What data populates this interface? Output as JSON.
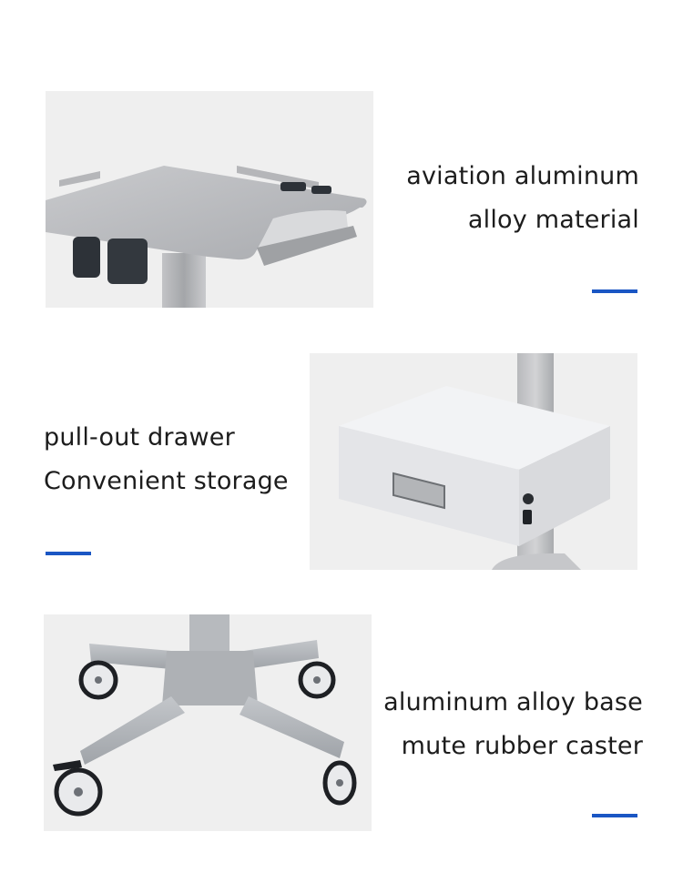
{
  "accent_color": "#1a56c4",
  "sections": [
    {
      "image": "aluminum-tray-top-photo",
      "caption_lines": [
        "aviation aluminum",
        "alloy material"
      ]
    },
    {
      "image": "pull-out-drawer-photo",
      "caption_lines": [
        "pull-out drawer",
        "Convenient storage"
      ]
    },
    {
      "image": "caster-base-photo",
      "caption_lines": [
        "aluminum alloy base",
        "mute rubber caster"
      ]
    }
  ]
}
